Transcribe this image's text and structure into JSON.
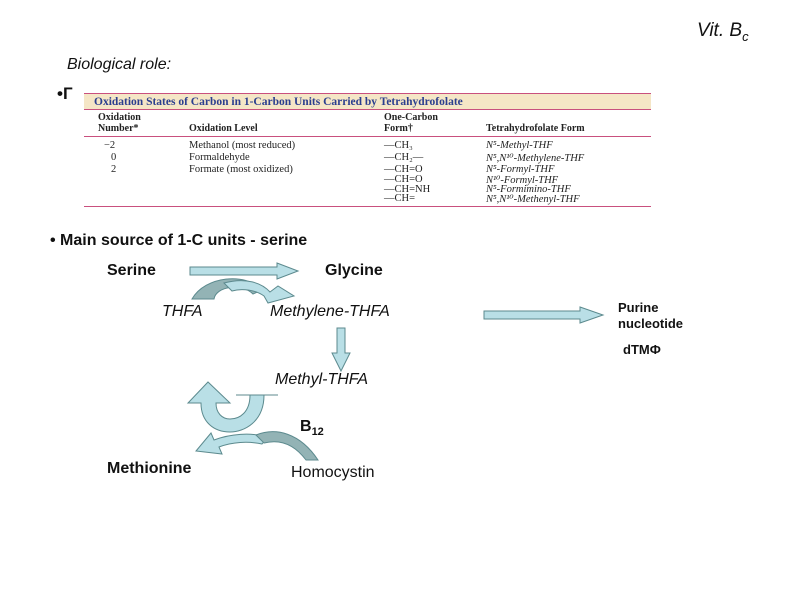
{
  "header": {
    "title": "Vit. B",
    "title_sub": "c"
  },
  "section_label": "Biological role:",
  "bullet_top": "•Г",
  "table": {
    "title": "Oxidation States of Carbon in 1-Carbon Units Carried by Tetrahydrofolate",
    "headers": {
      "oxnum_line1": "Oxidation",
      "oxnum_line2": "Number*",
      "level": "Oxidation Level",
      "onec_line1": "One-Carbon",
      "onec_line2": "Form†",
      "thf": "Tetrahydrofolate Form"
    },
    "rows": [
      {
        "number": "−2",
        "level": "Methanol (most reduced)",
        "form": "—CH₃",
        "thf": "N⁵-Methyl-THF"
      },
      {
        "number": "0",
        "level": "Formaldehyde",
        "form": "—CH₂—",
        "thf": "N⁵,N¹⁰-Methylene-THF"
      },
      {
        "number": "2",
        "level": "Formate (most oxidized)",
        "form": "—CH=O",
        "thf": "N⁵-Formyl-THF"
      },
      {
        "number": "",
        "level": "",
        "form": "—CH=O",
        "thf": "N¹⁰-Formyl-THF"
      },
      {
        "number": "",
        "level": "",
        "form": "—CH=NH",
        "thf": "N⁵-Formimino-THF"
      },
      {
        "number": "",
        "level": "",
        "form": "—CH=",
        "thf": "N⁵,N¹⁰-Methenyl-THF"
      }
    ]
  },
  "bullet_main": "• Main source of 1-C units - serine",
  "diagram": {
    "serine": "Serine",
    "glycine": "Glycine",
    "thfa": "THFA",
    "methylene_thfa": "Methylene-THFA",
    "purine_line1": "Purine",
    "purine_line2": "nucleotide",
    "dtmf": "dTMФ",
    "methyl_thfa": "Methyl-THFA",
    "b12": "B",
    "b12_sub": "12",
    "methionine": "Methionine",
    "homocystin": "Homocystin"
  },
  "colors": {
    "table_title_bg": "#f5e6c6",
    "table_rule": "#c9507e",
    "table_title_text": "#2b3f8f",
    "arrow_light": "#b9dfe6",
    "arrow_dark": "#93b3b5"
  }
}
